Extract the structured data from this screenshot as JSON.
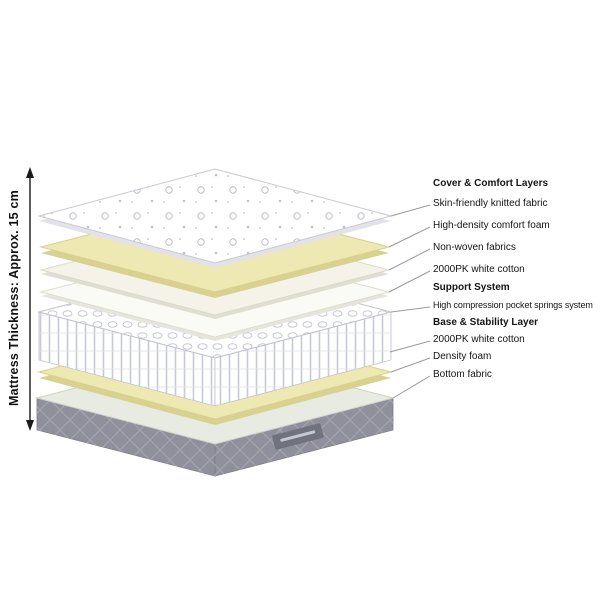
{
  "left_axis": {
    "label": "Mattress Thickness: Approx. 15 cm"
  },
  "legend": {
    "items": [
      {
        "text": "Cover & Comfort  Layers",
        "type": "header"
      },
      {
        "text": "Skin-friendly knitted fabric",
        "type": "label"
      },
      {
        "text": "High-density comfort foam",
        "type": "label"
      },
      {
        "text": "Non-woven fabrics",
        "type": "label"
      },
      {
        "text": "2000PK white cotton",
        "type": "label"
      },
      {
        "text": "Support System",
        "type": "header"
      },
      {
        "text": "High compression pocket springs system",
        "type": "label"
      },
      {
        "text": "Base & Stability Layer",
        "type": "header"
      },
      {
        "text": "2000PK white cotton",
        "type": "label"
      },
      {
        "text": "Density foam",
        "type": "label"
      },
      {
        "text": "Bottom fabric",
        "type": "label"
      }
    ]
  },
  "colors": {
    "background": "#ffffff",
    "knit_fill": "#ffffff",
    "knit_dot": "#bfc0ca",
    "foam_fill": "#eee9b3",
    "foam_edge": "#d8d18f",
    "nonwoven_fill": "#f5f3e9",
    "nonwoven_edge": "#e0ded0",
    "cotton_fill": "#fbfbf6",
    "cotton_edge": "#e6e5db",
    "springs_fill": "#ffffff",
    "springs_stripe": "#c8c9d3",
    "base_top_fill": "#e8ebe1",
    "base_side_fill": "#8f909b",
    "base_quilt": "#a6a7b2",
    "knit_edge": "#e2e2e8",
    "outline": "#c7c7cc",
    "connector": "#9a9a9a",
    "text": "#1a1a1a"
  }
}
